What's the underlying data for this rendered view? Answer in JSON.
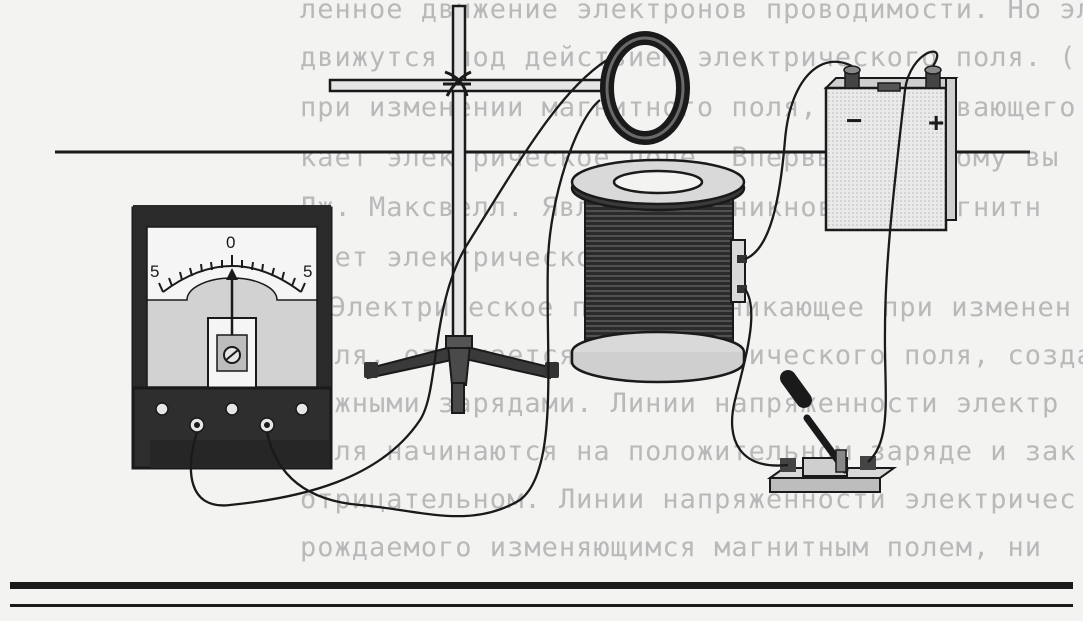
{
  "background_text": [
    "ленное движение электронов проводимости. Но эл",
    "движутся под действием электрического поля. (",
    "при изменении магнитного поля, пронизывающего",
    "кает электрическое поле. Впервые к такому вы",
    "Дж. Максвелл. Явление возникновения магнитн",
    "дает электрическое поле.",
    "Электрическое поле, возникающее при изменен",
    "поля, отличается от электрического поля, созда",
    "вижными зарядами. Линии напряженности электр",
    "поля начинаются на положительном заряде и зак",
    "отрицательном. Линии напряженности электричес",
    "рождаемого изменяющимся магнитным полем, ни"
  ],
  "galvanometer": {
    "scale_left": "5",
    "scale_center": "0",
    "scale_right": "5"
  },
  "battery": {
    "minus": "−",
    "plus": "+"
  }
}
